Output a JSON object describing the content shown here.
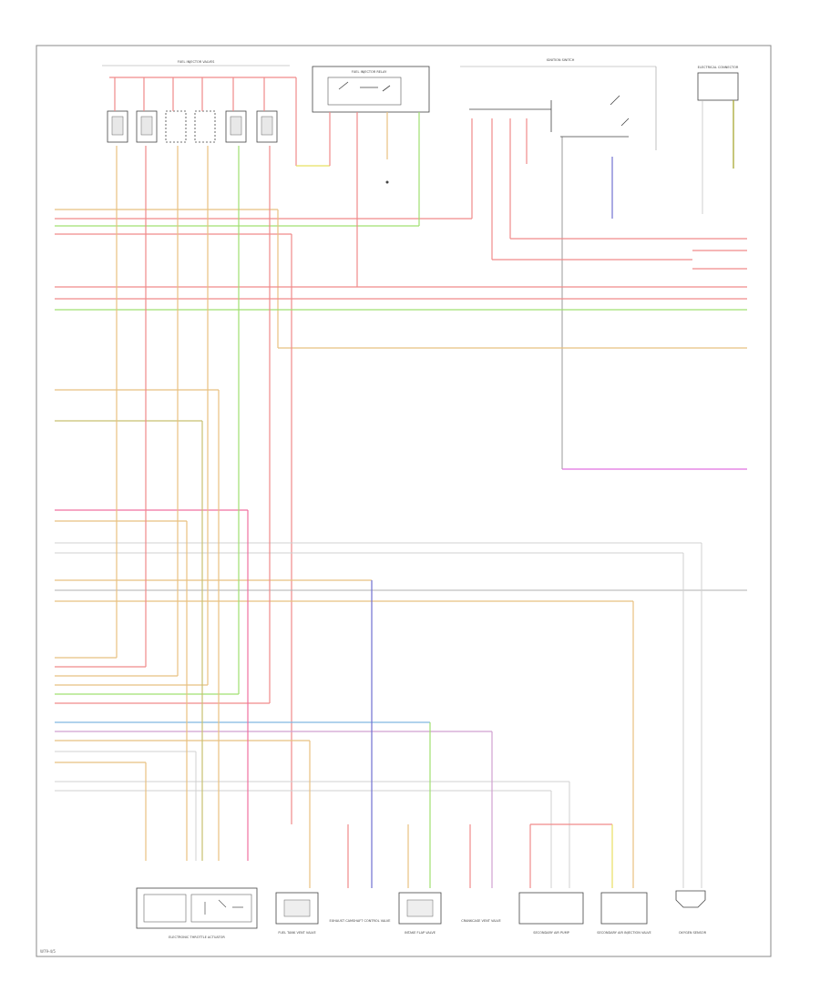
{
  "diagram_type": "wiring-schematic",
  "page_ref": "W79-4/5",
  "components": {
    "fuel_injector_valves": "FUEL INJECTOR VALVES",
    "fuel_injector_relay": "FUEL INJECTOR RELAY",
    "ignition_switch": "IGNITION SWITCH",
    "electrical_connector": "ELECTRICAL CONNECTOR",
    "electronic_throttle_actuator": "ELECTRONIC THROTTLE ACTUATOR",
    "fuel_tank_vent_valve": "FUEL TANK VENT VALVE",
    "exhaust_camshaft_control_valve": "EXHAUST CAMSHAFT CONTROL VALVE",
    "intake_flap_valve": "INTAKE FLAP VALVE",
    "crankcase_vent_valve": "CRANKCASE VENT VALVE",
    "secondary_air_pump": "SECONDARY AIR PUMP",
    "secondary_air_injection_valve": "SECONDARY AIR INJECTION VALVE",
    "oxygen_sensor": "OXYGEN SENSOR"
  },
  "colors": {
    "red": "#f08a8a",
    "pink": "#f0a0d8",
    "orange": "#e8c080",
    "yellow": "#e8e060",
    "green": "#a0e070",
    "blue": "#80b8e0",
    "violet": "#7070d0",
    "magenta": "#e070e0",
    "gray": "#b0b0b0",
    "dark": "#555555"
  }
}
